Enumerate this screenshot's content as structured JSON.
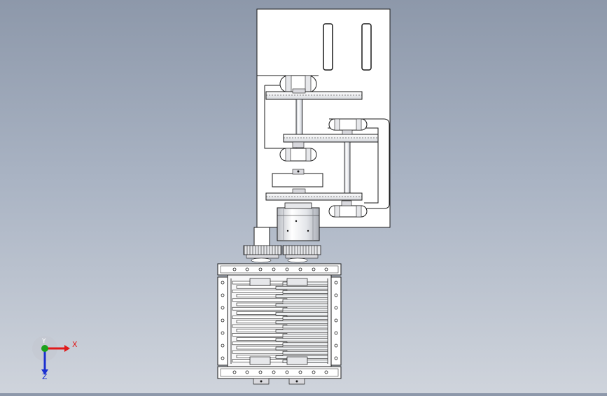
{
  "viewport": {
    "background_top": "#8d98aa",
    "background_bottom": "#cfd4dc"
  },
  "model": {
    "line_color": "#1a1a1a",
    "plate_fill": "#ffffff",
    "part_fill": "#f2f2f2",
    "metal_fill": "#d9d9de",
    "shadow_fill": "#bfc3c9"
  },
  "triad": {
    "x_label": "X",
    "y_label": "Y",
    "z_label": "Z",
    "x_color": "#e01a1a",
    "y_color": "#1ba11b",
    "z_color": "#1a2fd0"
  }
}
